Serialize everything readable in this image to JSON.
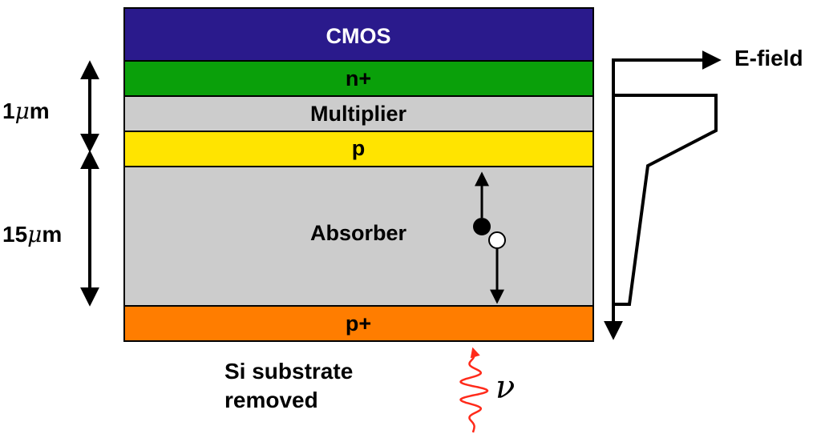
{
  "colors": {
    "cmos": "#2a1a8c",
    "n_plus": "#0aa00a",
    "multiplier": "#cccccc",
    "p": "#ffe400",
    "absorber": "#cccccc",
    "p_plus": "#ff7d00",
    "photon": "#ff2a1a",
    "outline": "#000000"
  },
  "layers": {
    "cmos": "CMOS",
    "n_plus": "n+",
    "multiplier": "Multiplier",
    "p": "p",
    "absorber": "Absorber",
    "p_plus": "p+"
  },
  "dimensions": {
    "multiplier_num": "1",
    "multiplier_unit_symbol": "μ",
    "multiplier_unit_suffix": "m",
    "absorber_num": "15",
    "absorber_unit_symbol": "μ",
    "absorber_unit_suffix": "m"
  },
  "efield_label": "E-field",
  "substrate_note": {
    "line1": "Si substrate",
    "line2": "removed"
  },
  "photon_symbol": "ν"
}
